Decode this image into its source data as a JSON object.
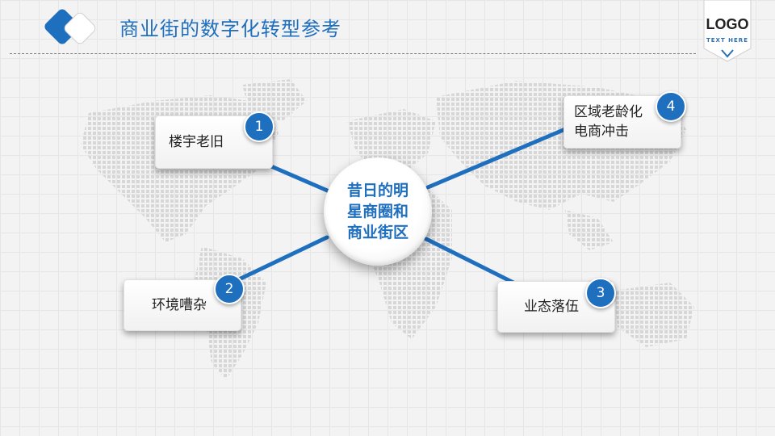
{
  "header": {
    "title": "商业街的数字化转型参考"
  },
  "logo": {
    "text": "LOGO",
    "subtext": "TEXT HERE"
  },
  "diagram": {
    "center": "昔日的明星商圈和商业街区",
    "items": [
      {
        "number": "1",
        "label": "楼宇老旧"
      },
      {
        "number": "2",
        "label": "环境嘈杂"
      },
      {
        "number": "3",
        "label": "业态落伍"
      },
      {
        "number": "4",
        "label": "区域老龄化电商冲击"
      }
    ]
  },
  "colors": {
    "accent": "#1f6fbf",
    "line": "#1f6fbf"
  }
}
